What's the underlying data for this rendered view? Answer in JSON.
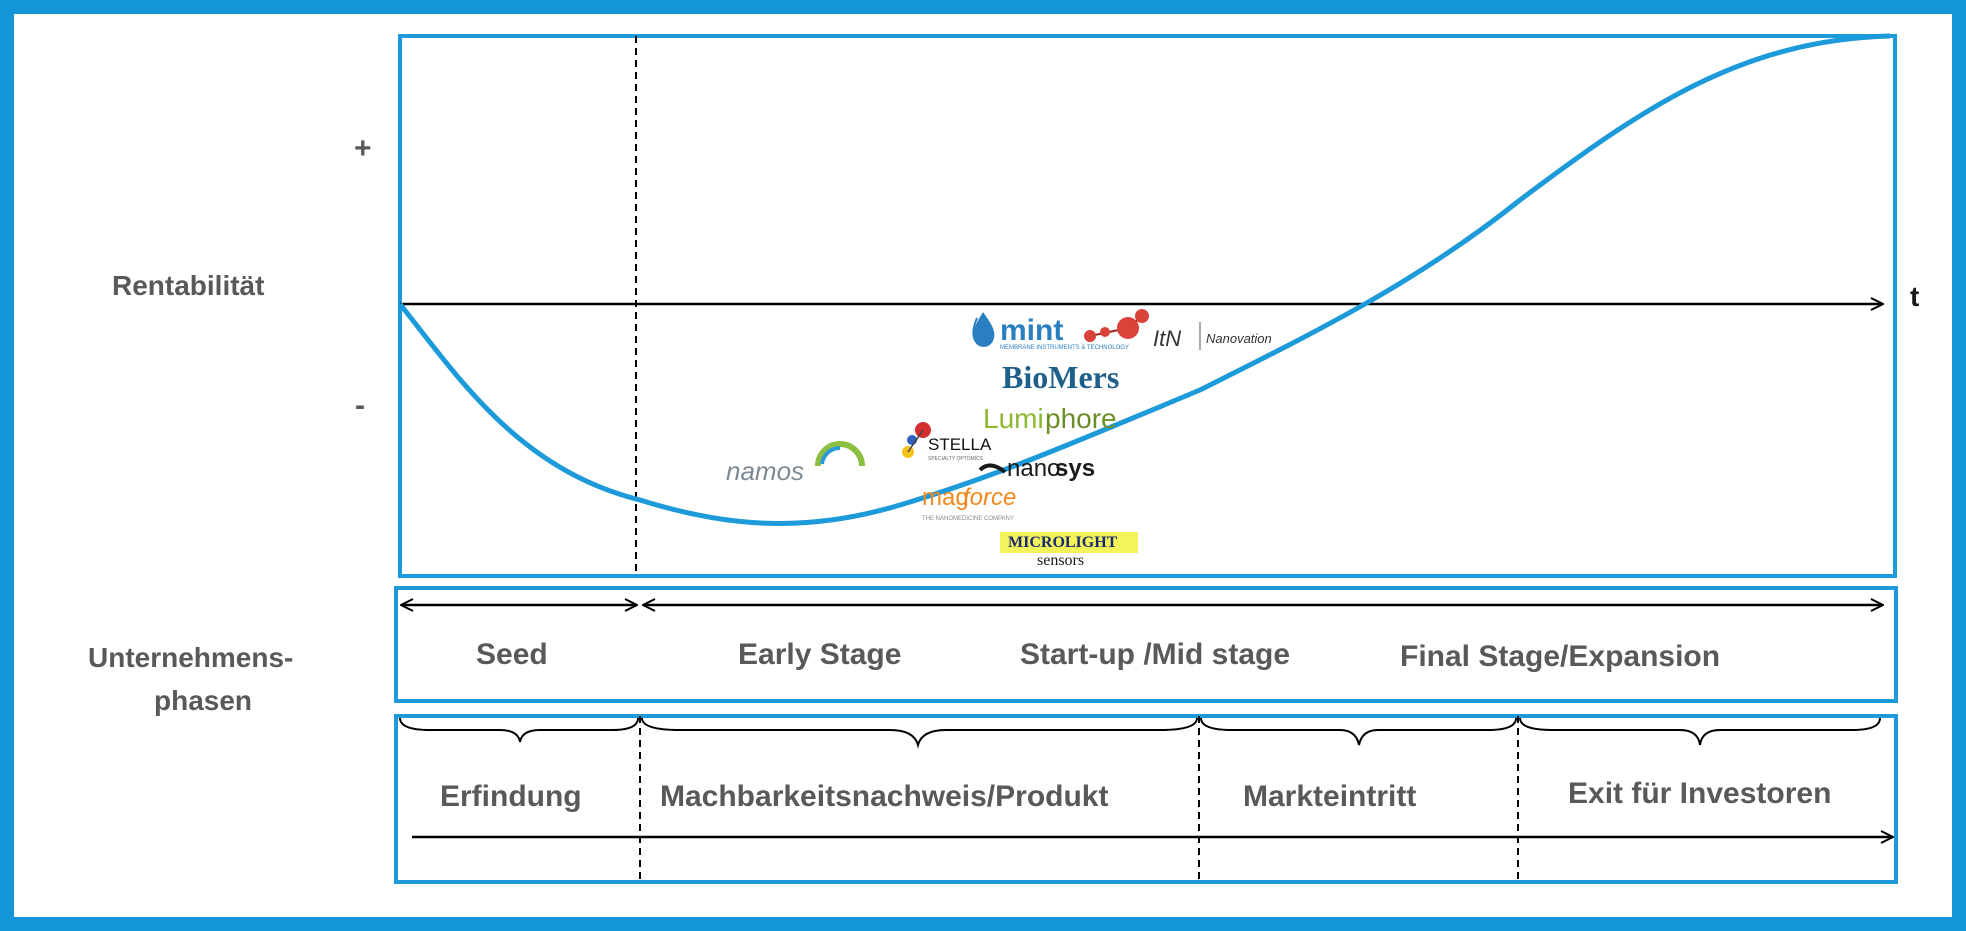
{
  "colors": {
    "frame": "#1296d8",
    "curve": "#1d9ad9",
    "label_gray": "#595959",
    "mint_blue": "#2a7fc1",
    "itn_red": "#d9433a",
    "biomers": "#1f5f8b",
    "lumiphore": "#8db832",
    "magforce": "#f08a1c",
    "microlight_highlight": "#f3f35a",
    "namos_green": "#8cbf3f"
  },
  "y_axis": {
    "title": "Rentabilität",
    "plus": "+",
    "minus": "-"
  },
  "x_axis": {
    "label": "t"
  },
  "phases_row": {
    "title_line1": "Unternehmens-",
    "title_line2": "phasen",
    "labels": [
      "Seed",
      "Early Stage",
      "Start-up /Mid stage",
      "Final Stage/Expansion"
    ]
  },
  "milestones_row": {
    "labels": [
      "Erfindung",
      "Machbarkeitsnachweis/Produkt",
      "Markteintritt",
      "Exit für Investoren"
    ]
  },
  "logos": {
    "mint": "mint",
    "mint_sub": "MEMBRANE INSTRUMENTS & TECHNOLOGY",
    "itn": "ItN",
    "nanovation": "Nanovation",
    "biomers": "BioMers",
    "lumiphore_lumi": "Lumi",
    "lumiphore_phore": "phore",
    "stella": "STELLA",
    "stella_sub": "SPECIALTY OPTOMICS",
    "nanosys_nano": "nano",
    "nanosys_sys": "sys",
    "namos": "namos",
    "magforce_mag": "mag",
    "magforce_force": "force",
    "magforce_sub": "THE NANOMEDICINE COMPANY",
    "microlight": "MICROLIGHT",
    "microlight_sub": "sensors"
  }
}
